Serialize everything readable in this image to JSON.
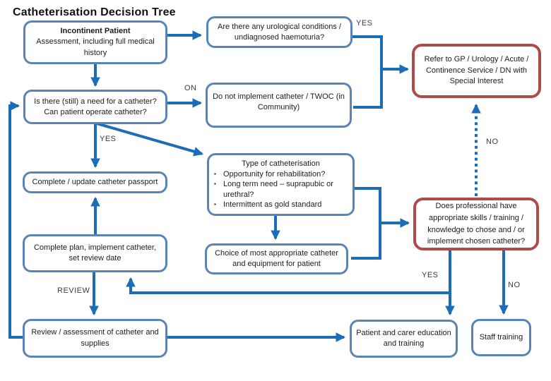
{
  "title": "Catheterisation Decision Tree",
  "colors": {
    "node_border_blue": "#5b84b6",
    "node_border_red": "#ae4a47",
    "connector_blue": "#1b6db8",
    "node_fill": "#ffffff",
    "text": "#1c1c1c",
    "label_text": "#3b3b3b"
  },
  "nodes": {
    "incontinent": {
      "title": "Incontinent Patient",
      "body": "Assessment, including full medical history"
    },
    "urological": {
      "text": "Are there any urological conditions / undiagnosed haemoturia?"
    },
    "refer": {
      "text": "Refer to GP / Urology / Acute / Continence Service / DN with Special Interest"
    },
    "is_there_need": {
      "text": "Is there (still) a need for a catheter? Can patient operate catheter?"
    },
    "do_not_implement": {
      "text": "Do not implement catheter / TWOC (in Community)"
    },
    "passport": {
      "text": "Complete / update catheter passport"
    },
    "type_of_catheterisation": {
      "title": "Type of catheterisation",
      "bullet": "▪",
      "bullets": [
        "Opportunity for rehabilitation?",
        "Long term need – suprapubic or urethral?",
        "Intermittent as gold standard"
      ]
    },
    "does_professional": {
      "text": "Does professional have appropriate skills / training / knowledge to chose and / or implement chosen catheter?"
    },
    "complete_plan": {
      "text": "Complete plan, implement catheter, set review date"
    },
    "choice": {
      "text": "Choice of most appropriate catheter and equipment for patient"
    },
    "review_assessment": {
      "text": "Review / assessment of catheter and supplies"
    },
    "patient_education": {
      "text": "Patient and carer education and training"
    },
    "staff_training": {
      "text": "Staff training"
    }
  },
  "labels": {
    "yes_top": "YES",
    "on": "ON",
    "yes_mid": "YES",
    "no_dashed": "NO",
    "yes_bottom": "YES",
    "no_bottom": "NO",
    "review": "REVIEW"
  }
}
